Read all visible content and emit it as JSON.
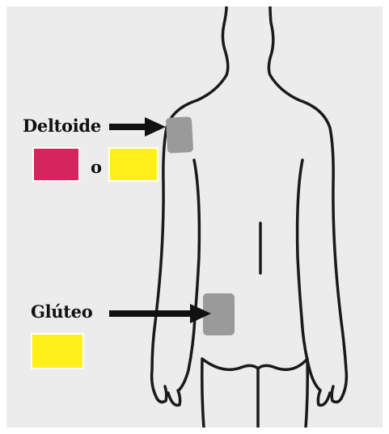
{
  "labels": {
    "deltoid": "Deltoide",
    "or": "o",
    "gluteal": "Glúteo"
  },
  "colors": {
    "background": "#ececec",
    "outline": "#1a1a1a",
    "injection_site": "#9a9a9a",
    "magenta": "#d6245f",
    "yellow": "#fff01a",
    "arrow": "#111111"
  }
}
